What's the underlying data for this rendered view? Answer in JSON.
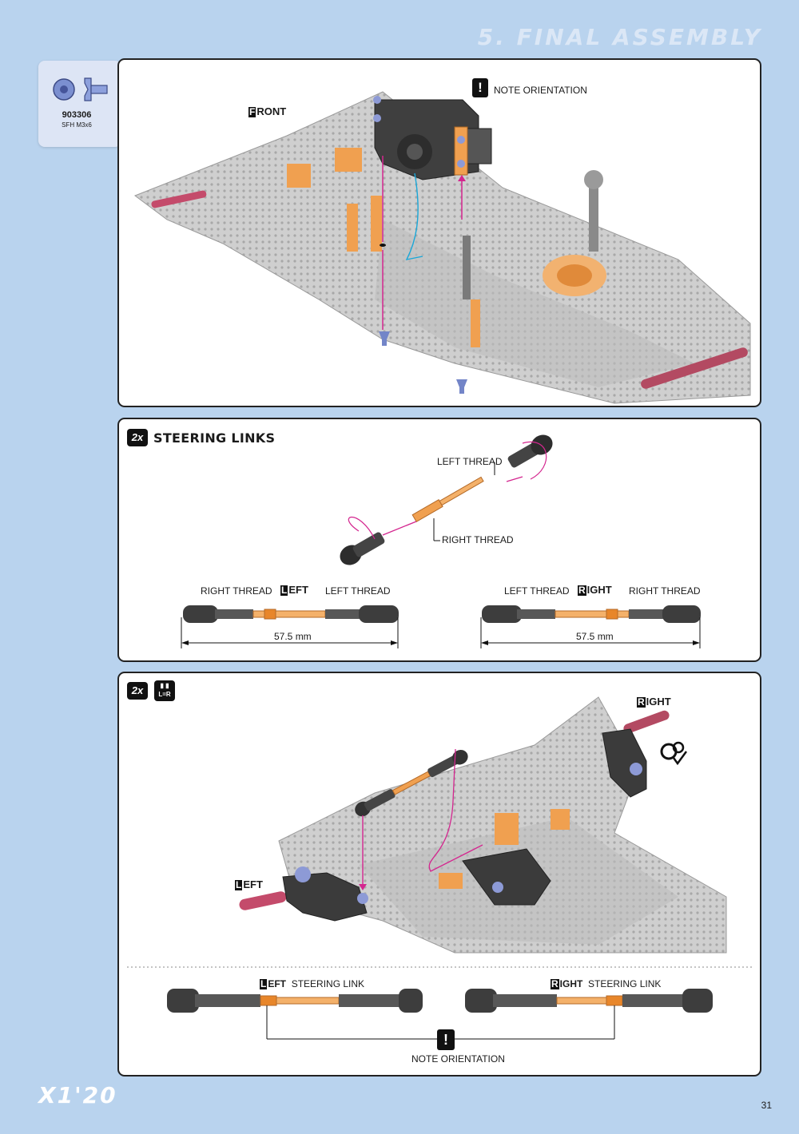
{
  "header": {
    "section_title": "5. FINAL ASSEMBLY"
  },
  "parts": {
    "code": "903306",
    "desc": "SFH M3x6"
  },
  "step1": {
    "front_label": "RONT",
    "front_initial": "F",
    "note": "NOTE ORIENTATION"
  },
  "step2": {
    "qty": "2x",
    "title": "STEERING LINKS",
    "left_thread": "LEFT THREAD",
    "right_thread": "RIGHT THREAD",
    "left_link": {
      "label_initial": "L",
      "label": "EFT",
      "end_left": "RIGHT THREAD",
      "end_right": "LEFT THREAD",
      "length": "57.5 mm"
    },
    "right_link": {
      "label_initial": "R",
      "label": "IGHT",
      "end_left": "LEFT THREAD",
      "end_right": "RIGHT THREAD",
      "length": "57.5 mm"
    }
  },
  "step3": {
    "qty": "2x",
    "symmetry": "L=R",
    "right_initial": "R",
    "right_label": "IGHT",
    "left_initial": "L",
    "left_label": "EFT",
    "left_link_initial": "L",
    "left_link_label": "EFT",
    "right_link_initial": "R",
    "right_link_label": "IGHT",
    "steering_link": "STEERING LINK",
    "note": "NOTE ORIENTATION"
  },
  "footer": {
    "logo": "X1'20",
    "page": "31"
  },
  "colors": {
    "page_bg": "#b9d3ee",
    "orange": "#f0a050",
    "magenta": "#d4268f",
    "carbon": "#c9c9c9"
  }
}
